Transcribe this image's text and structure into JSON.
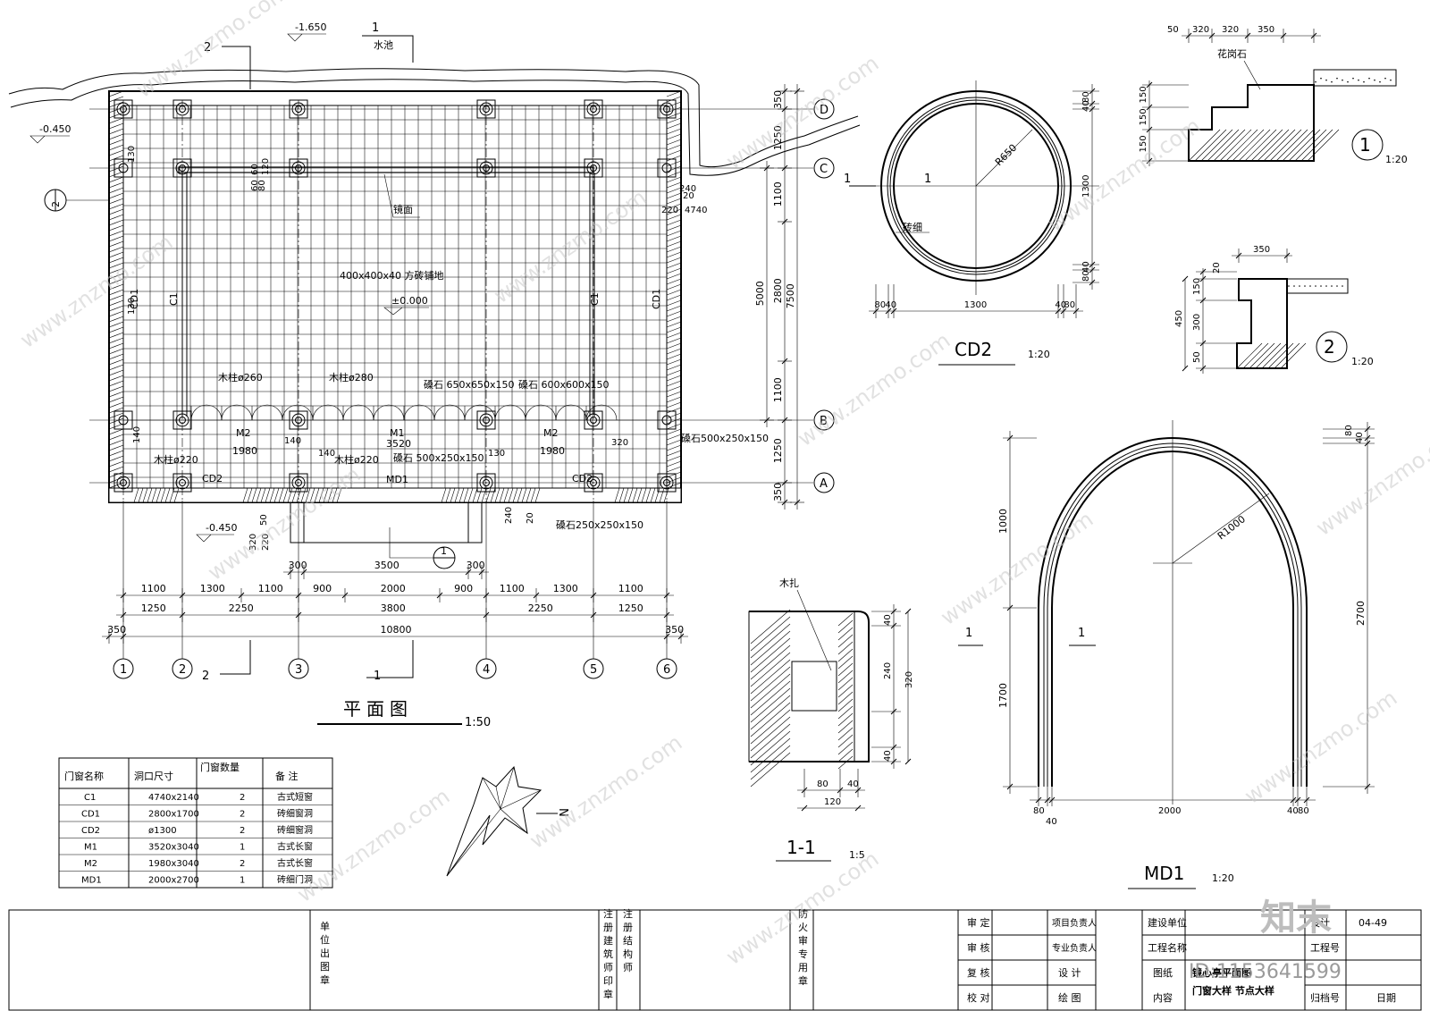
{
  "plan": {
    "title": "平面图",
    "scale": "1:50",
    "floor_note": "400x400x40 方砖铺地",
    "level_zero": "±0.000",
    "level_pool": "-1.650",
    "level_outside_left": "-0.450",
    "level_outside_bottom": "-0.450",
    "pool_label": "水池",
    "mirror_label": "镜面",
    "section_no_1": "1",
    "section_no_2": "2",
    "axis_letters": [
      "D",
      "C",
      "B",
      "A"
    ],
    "axis_numbers": [
      "1",
      "2",
      "3",
      "4",
      "5",
      "6"
    ],
    "right_dims_1": [
      "350",
      "1250",
      "1100",
      "2800",
      "1100",
      "1250",
      "350"
    ],
    "right_dims_2": [
      "5000"
    ],
    "right_dims_3": [
      "7500"
    ],
    "bottom_dims_1": [
      "1100",
      "1300",
      "1100",
      "900",
      "2000",
      "900",
      "1100",
      "1300",
      "1100"
    ],
    "bottom_dims_2": [
      "1250",
      "2250",
      "3800",
      "2250",
      "1250"
    ],
    "bottom_dims_3": [
      "350",
      "10800",
      "350"
    ],
    "step_dims": [
      "300",
      "3500",
      "300"
    ],
    "small_dims": [
      "130",
      "60",
      "120",
      "60",
      "80",
      "240",
      "20",
      "220",
      "4740",
      "130",
      "140",
      "140",
      "140",
      "130",
      "320",
      "50",
      "320",
      "220",
      "240",
      "20"
    ],
    "labels": {
      "col_260": "木柱ø260",
      "col_280": "木柱ø280",
      "col_220a": "木柱ø220",
      "col_220b": "木柱ø220",
      "stone_650": "磉石 650x650x150",
      "stone_600": "磉石 600x600x150",
      "stone_500a": "磉石 500x250x150",
      "stone_500b": "磉石500x250x150",
      "stone_250": "磉石250x250x150",
      "m1": "M1",
      "m1_w": "3520",
      "m2a": "M2",
      "m2a_w": "1980",
      "m2b": "M2",
      "m2b_w": "1980",
      "md1": "MD1",
      "cd2a": "CD2",
      "cd2b": "CD2",
      "c1a": "C1",
      "c1b": "C1",
      "cd1a": "CD1",
      "cd1b": "CD1"
    }
  },
  "cd2": {
    "title": "CD2",
    "scale": "1:20",
    "radius": "R650",
    "brick": "砖细",
    "dims_bottom": [
      "80",
      "40",
      "1300",
      "40",
      "80"
    ],
    "dims_right": [
      "80",
      "40",
      "1300",
      "40",
      "80"
    ]
  },
  "md1": {
    "title": "MD1",
    "scale": "1:20",
    "radius": "R1000",
    "dims_left": [
      "1000",
      "1700"
    ],
    "dims_right": [
      "80",
      "40",
      "2700"
    ],
    "dims_bottom": [
      "80",
      "40",
      "2000",
      "40",
      "80"
    ],
    "section_mark": "1"
  },
  "detail_1": {
    "no": "1",
    "scale": "1:20",
    "label": "花岗石",
    "dims_top": [
      "50",
      "320",
      "320",
      "350"
    ],
    "dims_left": [
      "150",
      "150",
      "150"
    ]
  },
  "detail_2": {
    "no": "2",
    "scale": "1:20",
    "dims_top": [
      "350"
    ],
    "dims_left": [
      "20",
      "150",
      "450",
      "300",
      "50"
    ]
  },
  "section_1_1": {
    "title": "1-1",
    "scale": "1:5",
    "label": "木扎",
    "dims_right": [
      "40",
      "240",
      "320",
      "40"
    ],
    "dims_bottom": [
      "80",
      "40",
      "120"
    ]
  },
  "schedule": {
    "headers": [
      "门窗名称",
      "洞口尺寸",
      "门窗数量",
      "备 注"
    ],
    "rows": [
      [
        "C1",
        "4740x2140",
        "2",
        "古式短窗"
      ],
      [
        "CD1",
        "2800x1700",
        "2",
        "砖细窗洞"
      ],
      [
        "CD2",
        "ø1300",
        "2",
        "砖细窗洞"
      ],
      [
        "M1",
        "3520x3040",
        "1",
        "古式长窗"
      ],
      [
        "M2",
        "1980x3040",
        "2",
        "古式长窗"
      ],
      [
        "MD1",
        "2000x2700",
        "1",
        "砖细门洞"
      ]
    ]
  },
  "north": "N",
  "title_block": {
    "unit_stamp": "单位出图章",
    "arch_stamp": "注册建筑师印章",
    "struct_stamp": "注册结构师",
    "fire_stamp": "防火审专用章",
    "rows": [
      [
        "审 定",
        "项目负责人"
      ],
      [
        "审 核",
        "专业负责人"
      ],
      [
        "复 核",
        "设 计"
      ],
      [
        "校 对",
        "绘 图"
      ]
    ],
    "build_unit": "建设单位",
    "project_name": "工程名称",
    "drawing": "图纸",
    "content": "内容",
    "drawing_title_1": "镜心亭平面图",
    "drawing_title_2": "门窗大样  节点大样",
    "design_no_label": "设计",
    "project_no_label": "工程号",
    "sheet_no": "04-49",
    "archive_no": "归档号",
    "date_label": "日期"
  },
  "watermark": {
    "site": "www.znzmo.com",
    "brand": "知末",
    "id": "ID:1153641599"
  }
}
